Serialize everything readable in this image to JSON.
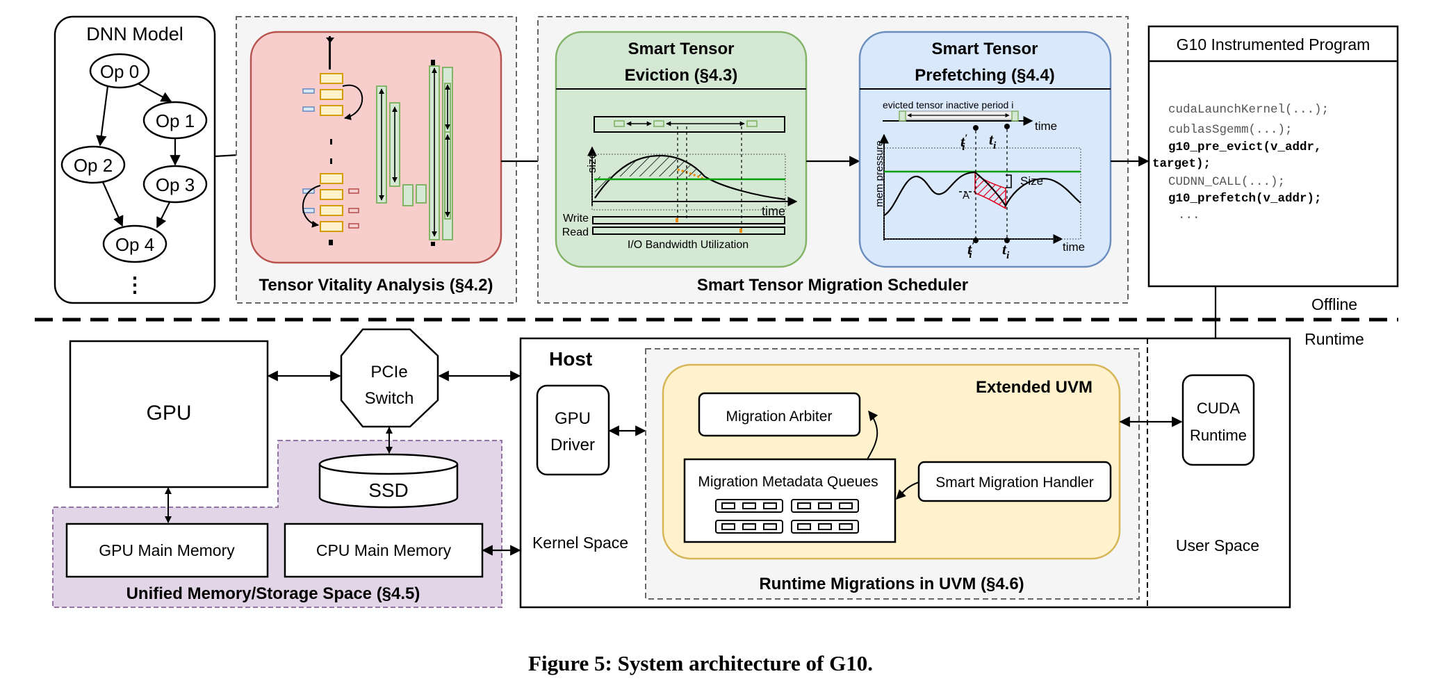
{
  "dnn": {
    "title": "DNN Model",
    "ops": [
      "Op 0",
      "Op 1",
      "Op 2",
      "Op 3",
      "Op 4"
    ],
    "ellipsis": "⋮"
  },
  "vitality": {
    "caption": "Tensor Vitality Analysis (§4.2)"
  },
  "eviction": {
    "title1": "Smart Tensor",
    "title2": "Eviction (§4.3)",
    "size_label": "size",
    "time_label": "time",
    "write_label": "Write",
    "read_label": "Read",
    "io_label": "I/O Bandwidth Utilization"
  },
  "prefetch": {
    "title1": "Smart Tensor",
    "title2": "Prefetching (§4.4)",
    "period_label": "evicted tensor inactive period i",
    "time_label": "time",
    "mem_label": "mem pressure",
    "size_label": "Size",
    "a_label": "A",
    "t_prime": "t",
    "t_i": "t",
    "sub_i": "i",
    "prime": "′"
  },
  "scheduler": {
    "caption": "Smart Tensor Migration Scheduler"
  },
  "program": {
    "title": "G10 Instrumented Program",
    "lines": [
      "cudaLaunchKernel(...);",
      "cublasSgemm(...);",
      "g10_pre_evict(v_addr,",
      "target);",
      "CUDNN_CALL(...);",
      "g10_prefetch(v_addr);",
      "..."
    ]
  },
  "labels": {
    "offline": "Offline",
    "runtime": "Runtime",
    "kernel_space": "Kernel Space",
    "user_space": "User Space"
  },
  "hardware": {
    "gpu": "GPU",
    "pcie1": "PCIe",
    "pcie2": "Switch",
    "ssd": "SSD",
    "gpu_mem": "GPU Main Memory",
    "cpu_mem": "CPU Main Memory",
    "unified_caption": "Unified Memory/Storage Space (§4.5)"
  },
  "host": {
    "title": "Host",
    "gpu_driver1": "GPU",
    "gpu_driver2": "Driver",
    "extended_uvm": "Extended UVM",
    "arbiter": "Migration Arbiter",
    "queues": "Migration Metadata Queues",
    "handler": "Smart Migration Handler",
    "uvm_caption": "Runtime Migrations in UVM (§4.6)",
    "cuda1": "CUDA",
    "cuda2": "Runtime"
  },
  "figure_caption": "Figure 5: System architecture of G10.",
  "colors": {
    "vitality_fill": "#f8cecc",
    "vitality_stroke": "#b85450",
    "eviction_fill": "#d5e8d4",
    "eviction_stroke": "#82b366",
    "prefetch_fill": "#dae8fc",
    "prefetch_stroke": "#6c8ebf",
    "uvm_fill": "#fff2cc",
    "uvm_stroke": "#d6b656",
    "unified_fill": "#e1d5e7",
    "unified_stroke": "#9673a6",
    "dashed_group_fill": "#f5f5f5",
    "green_line": "#00a000",
    "orange": "#f08c00",
    "red_hatch": "#e0001a"
  }
}
